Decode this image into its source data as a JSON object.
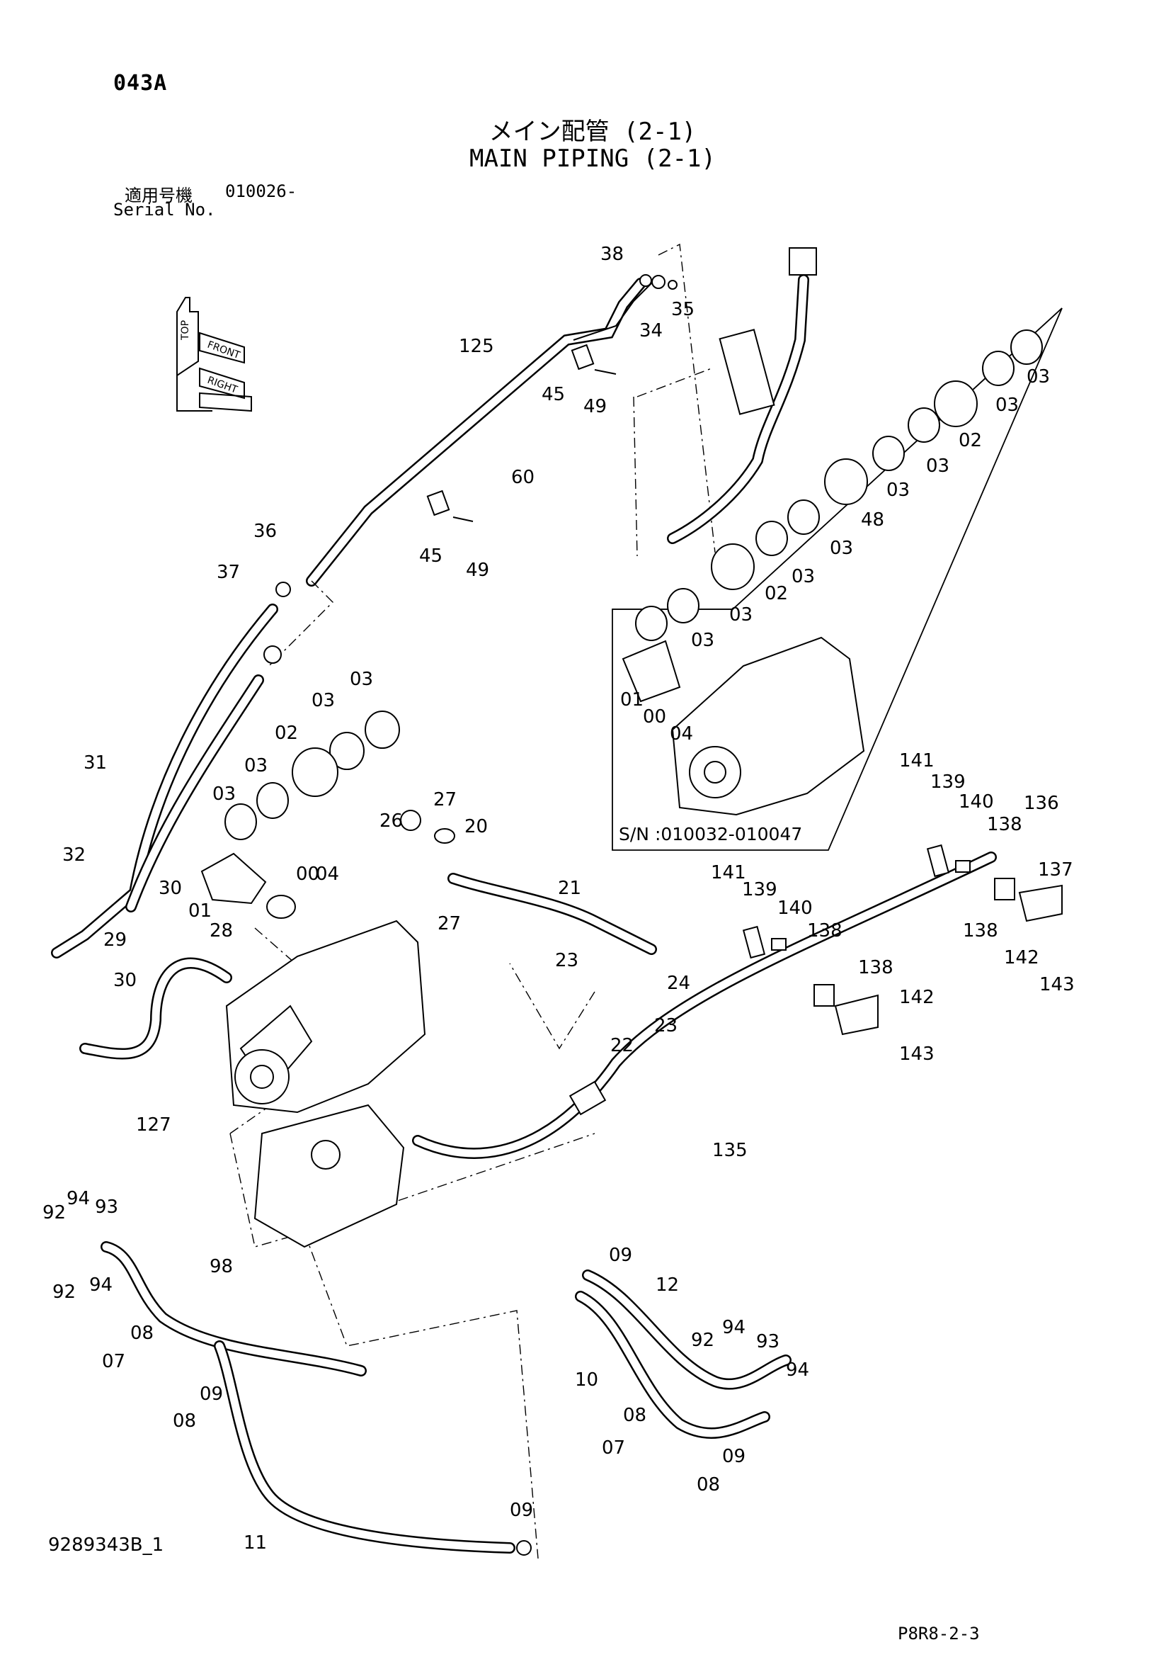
{
  "header": {
    "page_code": "043A",
    "title_ja": "メイン配管 (2-1)",
    "title_en": "MAIN PIPING (2-1)",
    "serial_label_ja": "適用号機",
    "serial_from": "010026-",
    "serial_label_en": "Serial No."
  },
  "orientation_labels": [
    "TOP",
    "FRONT",
    "RIGHT"
  ],
  "inset": {
    "serial_range": "S/N :010032-010047"
  },
  "callouts": {
    "c38": "38",
    "c35": "35",
    "c34": "34",
    "c125": "125",
    "c45a": "45",
    "c49a": "49",
    "c60": "60",
    "c45b": "45",
    "c49b": "49",
    "c36": "36",
    "c37": "37",
    "c31": "31",
    "c32": "32",
    "c03a": "03",
    "c03b": "03",
    "c02a": "02",
    "c03c": "03",
    "c03d": "03",
    "c00a": "00",
    "c04a": "04",
    "c01a": "01",
    "c30a": "30",
    "c28": "28",
    "c29": "29",
    "c30b": "30",
    "c27a": "27",
    "c26": "26",
    "c20": "20",
    "c27b": "27",
    "c21": "21",
    "c23a": "23",
    "c24": "24",
    "c22": "22",
    "c23b": "23",
    "c127": "127",
    "c135": "135",
    "c141a": "141",
    "c139a": "139",
    "c140a": "140",
    "c136": "136",
    "c138a": "138",
    "c137": "137",
    "c138b": "138",
    "c142a": "142",
    "c143a": "143",
    "c141b": "141",
    "c139b": "139",
    "c140b": "140",
    "c138c": "138",
    "c138d": "138",
    "c142b": "142",
    "c143b": "143",
    "c94a": "94",
    "c92a": "92",
    "c93a": "93",
    "c92b": "92",
    "c94b": "94",
    "c98": "98",
    "c08a": "08",
    "c07a": "07",
    "c09a": "09",
    "c08b": "08",
    "c11": "11",
    "c09b": "09",
    "c09c": "09",
    "c12": "12",
    "c10": "10",
    "c94c": "94",
    "c92c": "92",
    "c93b": "93",
    "c94d": "94",
    "c08c": "08",
    "c07b": "07",
    "c09d": "09",
    "c08d": "08",
    "i03a": "03",
    "i03b": "03",
    "i02a": "02",
    "i03c": "03",
    "i03d": "03",
    "i48": "48",
    "i03e": "03",
    "i03f": "03",
    "i02b": "02",
    "i03g": "03",
    "i03h": "03",
    "i01": "01",
    "i00": "00",
    "i04": "04"
  },
  "footer": {
    "doc_number": "9289343B_1",
    "sheet_ref": "P8R8-2-3"
  }
}
